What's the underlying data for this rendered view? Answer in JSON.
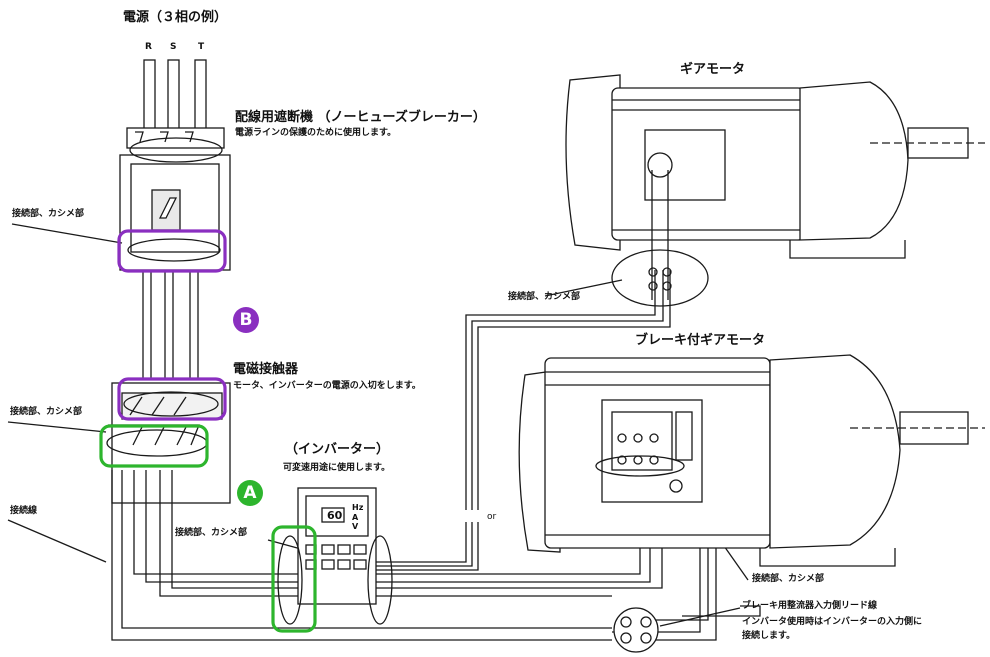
{
  "labels": {
    "power_title": "電源（３相の例）",
    "phase_r": "R",
    "phase_s": "S",
    "phase_t": "T",
    "breaker_title": "配線用遮断機 （ノーヒューズブレーカー）",
    "breaker_desc": "電源ラインの保護のために使用します。",
    "contactor_title": "電磁接触器",
    "contactor_desc": "モータ、インバーターの電源の入切をします。",
    "inverter_title": "（インバーター）",
    "inverter_desc": "可変速用途に使用します。",
    "gear_motor_title": "ギアモータ",
    "brake_motor_title": "ブレーキ付ギアモータ",
    "conn_left_1": "接続部、カシメ部",
    "conn_left_2": "接続部、カシメ部",
    "conn_wire": "接続線",
    "conn_inverter": "接続部、カシメ部",
    "conn_gear": "接続部、カシメ部",
    "conn_brake": "接続部、カシメ部",
    "rectifier_title": "ブレーキ用整流器入力側リード線",
    "rectifier_desc_1": "インバータ使用時はインバーターの入力側に",
    "rectifier_desc_2": "接続します。",
    "inverter_display": "60",
    "inverter_unit_hz": "Hz",
    "inverter_unit_a": "A",
    "inverter_unit_v": "V",
    "break_mark": "or"
  },
  "badges": {
    "a": "A",
    "b": "B"
  },
  "colors": {
    "line": "#1a1a1a",
    "highlight_green": "#2db52d",
    "highlight_purple": "#8a2fc0",
    "motor_fill": "#ffffff"
  }
}
